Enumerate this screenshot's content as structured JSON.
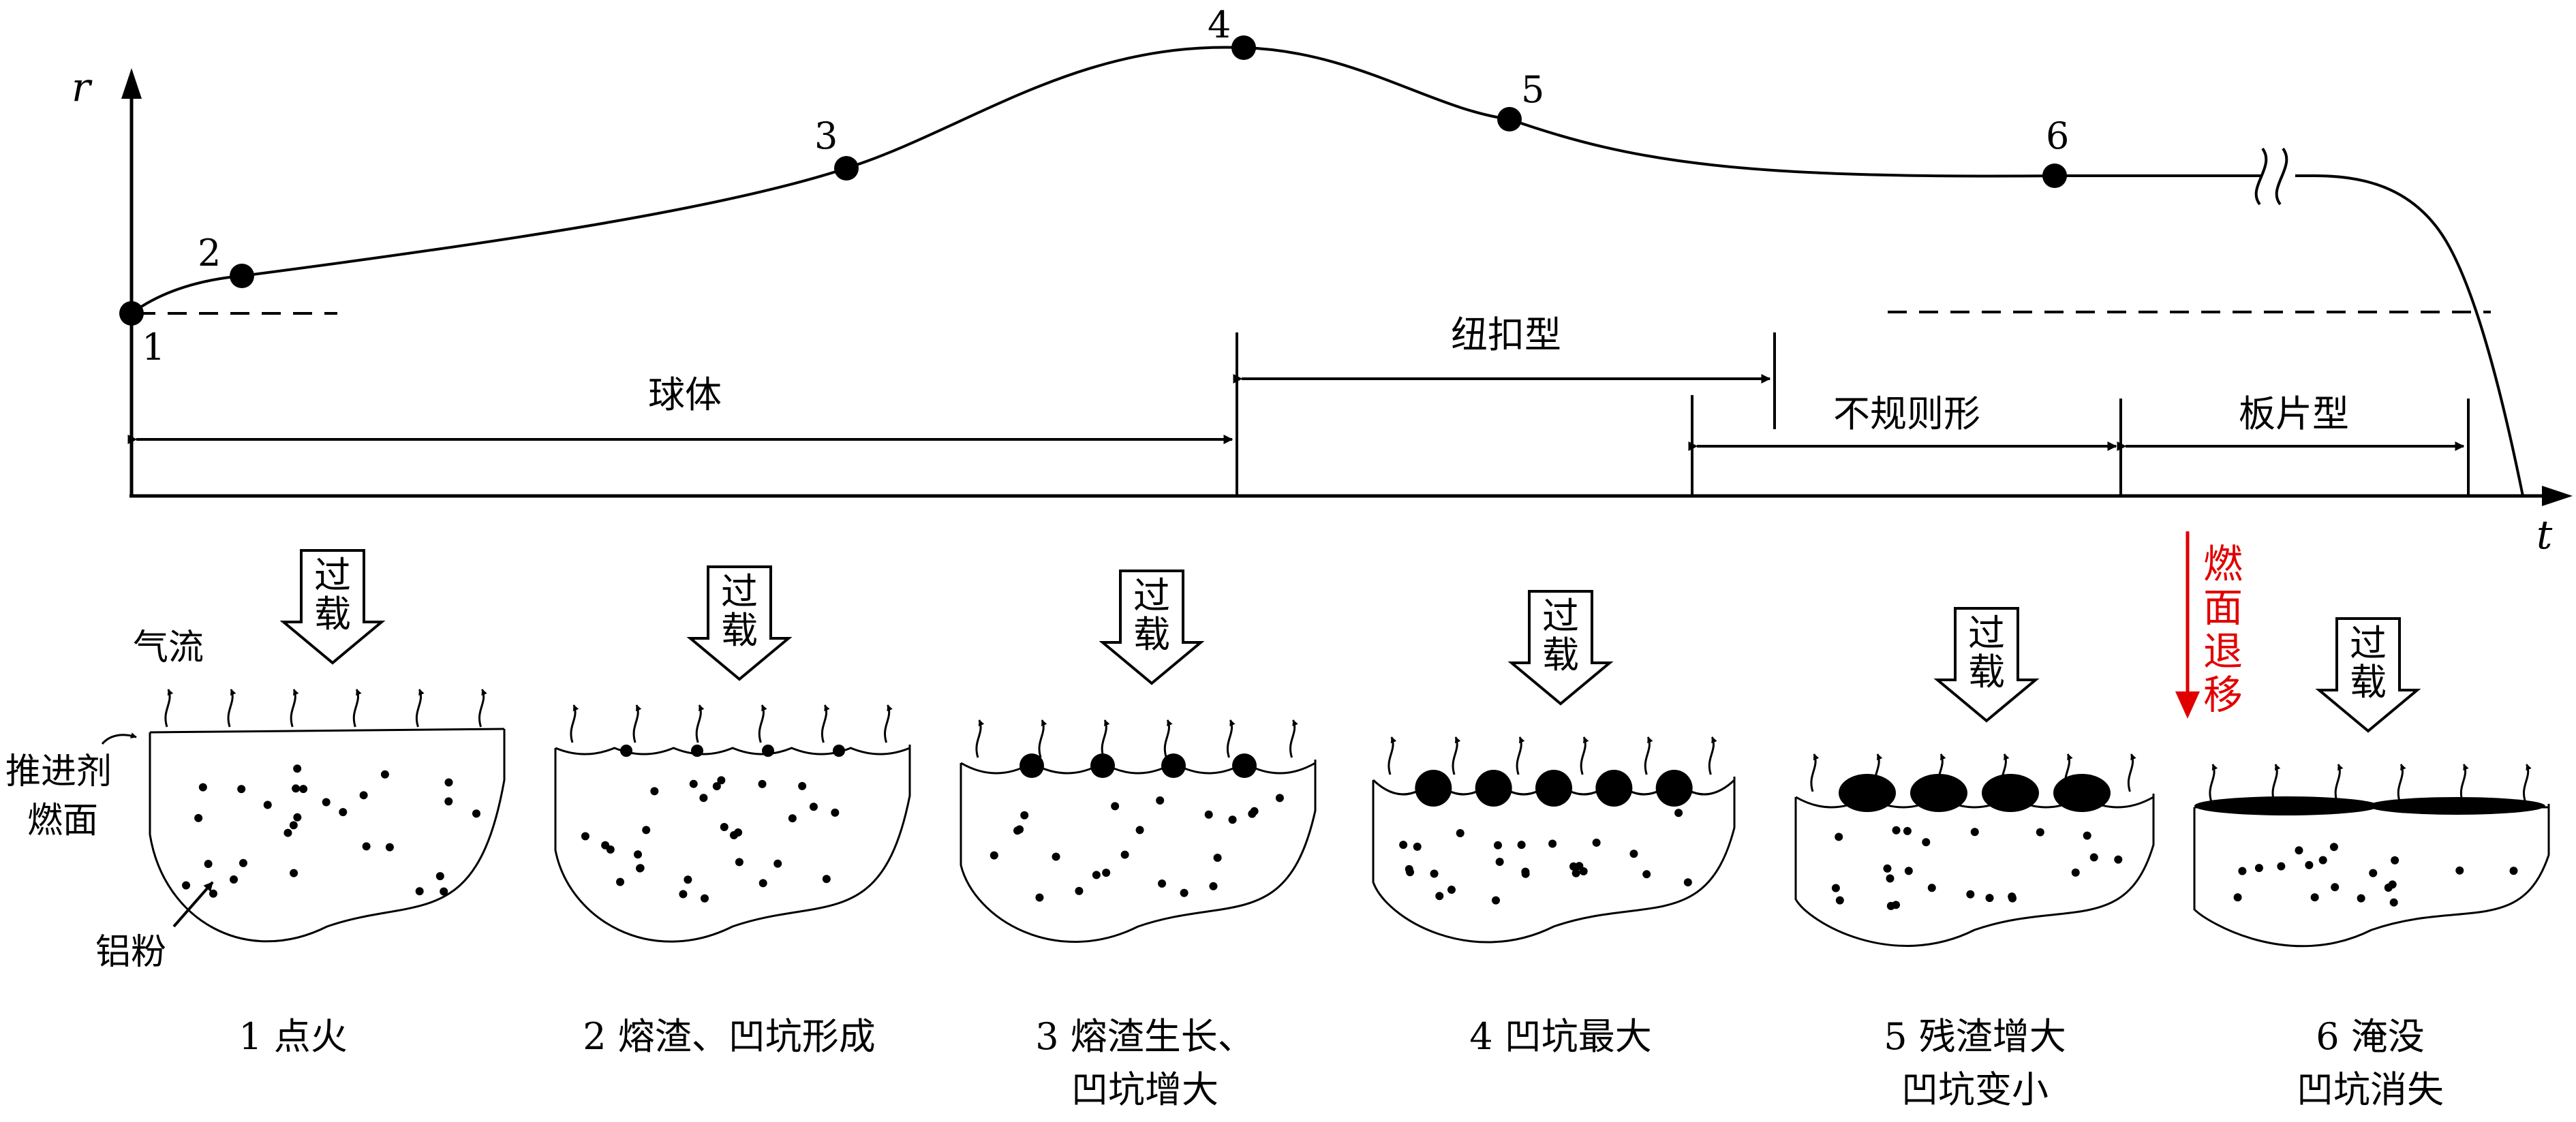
{
  "axes": {
    "y_label": "r",
    "x_label": "t"
  },
  "curve_points": [
    {
      "label": "1"
    },
    {
      "label": "2"
    },
    {
      "label": "3"
    },
    {
      "label": "4"
    },
    {
      "label": "5"
    },
    {
      "label": "6"
    }
  ],
  "phases": {
    "sphere": "球体",
    "button": "纽扣型",
    "irregular": "不规则形",
    "plate": "板片型"
  },
  "annotations": {
    "overload": "过载",
    "overload_chars": [
      "过",
      "载"
    ],
    "airflow": "气流",
    "propellant_surface": [
      "推进剂",
      "燃面"
    ],
    "aluminum_powder": "铝粉",
    "burn_surface_regression": "燃面退移",
    "burn_surface_regression_chars": [
      "燃",
      "面",
      "退",
      "移"
    ]
  },
  "stages": [
    {
      "lines": [
        "1 点火"
      ]
    },
    {
      "lines": [
        "2 熔渣、凹坑形成"
      ]
    },
    {
      "lines": [
        "3 熔渣生长、",
        "凹坑增大"
      ]
    },
    {
      "lines": [
        "4 凹坑最大"
      ]
    },
    {
      "lines": [
        "5 残渣增大",
        "凹坑变小"
      ]
    },
    {
      "lines": [
        "6 淹没",
        "凹坑消失"
      ]
    }
  ],
  "colors": {
    "ink": "#000000",
    "regression_arrow": "#e10000"
  }
}
